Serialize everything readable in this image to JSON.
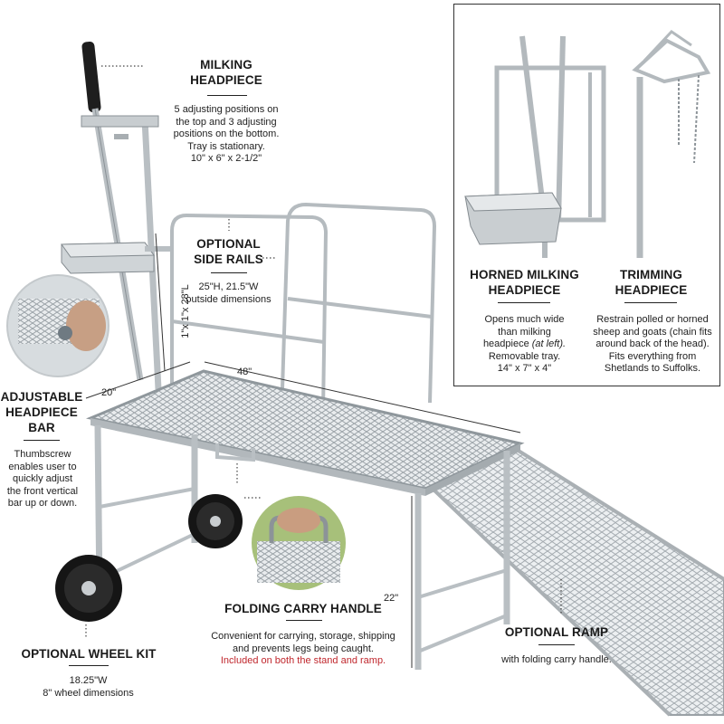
{
  "milking_headpiece": {
    "title_line1": "MILKING",
    "title_line2": "HEADPIECE",
    "desc": [
      "5 adjusting positions on",
      "the top and 3 adjusting",
      "positions on the bottom.",
      "Tray is stationary.",
      "10\" x 6\" x 2-1/2\""
    ]
  },
  "side_rails": {
    "title_line1": "OPTIONAL",
    "title_line2": "SIDE RAILS",
    "desc": [
      "25\"H, 21.5\"W",
      "outside dimensions"
    ]
  },
  "horned_headpiece": {
    "title_line1": "HORNED MILKING",
    "title_line2": "HEADPIECE",
    "desc_line1": "Opens much wide",
    "desc_line2": "than milking",
    "desc_line3a": "headpiece ",
    "desc_line3b": "(at left).",
    "desc_line4": "Removable tray.",
    "desc_line5": "14\" x 7\" x 4\""
  },
  "trimming_headpiece": {
    "title_line1": "TRIMMING",
    "title_line2": "HEADPIECE",
    "desc": [
      "Restrain  polled or horned",
      "sheep and goats (chain fits",
      "around back of the head).",
      "Fits everything from",
      "Shetlands to Suffolks."
    ]
  },
  "adjustable_bar": {
    "title_line1": "ADJUSTABLE",
    "title_line2": "HEADPIECE",
    "title_line3": "BAR",
    "desc": [
      "Thumbscrew",
      "enables user to",
      "quickly adjust",
      "the front vertical",
      "bar up or down."
    ]
  },
  "carry_handle": {
    "title": "FOLDING CARRY HANDLE",
    "desc_line1": "Convenient for carrying, storage, shipping",
    "desc_line2": "and prevents legs being caught.",
    "desc_red": "Included on both the stand and ramp."
  },
  "wheel_kit": {
    "title": "OPTIONAL WHEEL KIT",
    "desc": [
      "18.25\"W",
      "8\" wheel dimensions"
    ]
  },
  "ramp": {
    "title": "OPTIONAL RAMP",
    "desc": "with folding carry handle."
  },
  "dimensions": {
    "post": "1\"x 1\"x 28\"L",
    "width": "20\"",
    "length": "48\"",
    "height": "22\""
  },
  "colors": {
    "steel": "#b9bfc3",
    "steel_dark": "#7d858a",
    "text_red": "#c0272d",
    "tire": "#151515"
  }
}
